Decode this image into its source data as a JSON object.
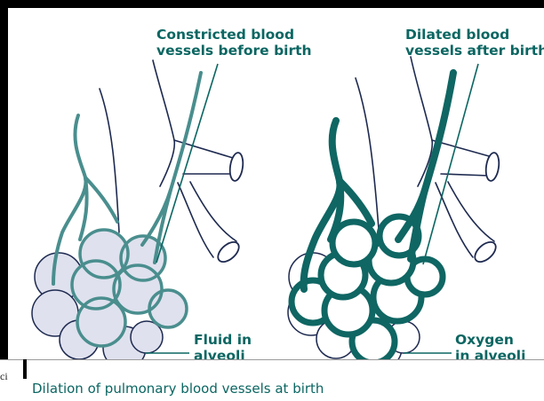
{
  "labels": {
    "constricted": {
      "line1": "Constricted blood",
      "line2": "vessels before birth"
    },
    "dilated": {
      "line1": "Dilated blood",
      "line2": "vessels after birth"
    },
    "fluid": {
      "line1": "Fluid in",
      "line2": "alveoli"
    },
    "oxygen": {
      "line1": "Oxygen",
      "line2": "in alveoli"
    }
  },
  "caption": "Dilation of pulmonary blood vessels at birth",
  "cropped_text": "ci",
  "colors": {
    "vessel": "#2f7f7e",
    "vessel_thin": "#4a8e8e",
    "label": "#0b6662",
    "fluid_fill": "#dfe1ee",
    "outline": "#1e2a50"
  }
}
